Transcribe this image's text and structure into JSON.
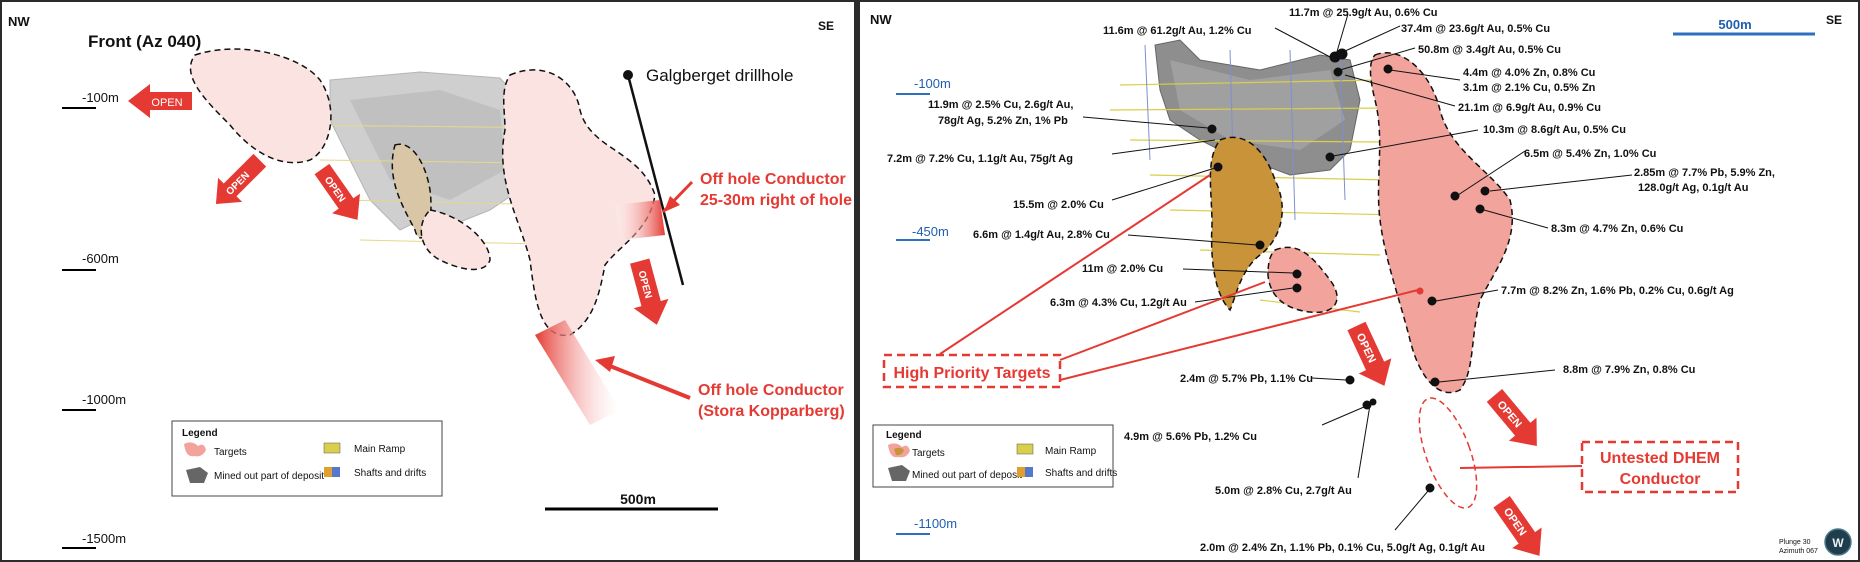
{
  "colors": {
    "accent_red": "#e53a33",
    "target_pink": "#f2a39c",
    "target_orange": "#c9933a",
    "mined_gray": "#8c8c8c",
    "scale_blue": "#2f6fc0",
    "ramp_yellow": "#d8cf4a"
  },
  "left_panel": {
    "nw": "NW",
    "se": "SE",
    "title": "Front (Az 040)",
    "depths": [
      "-100m",
      "-600m",
      "-1000m",
      "-1500m"
    ],
    "open_label": "OPEN",
    "drillhole": "Galgberget drillhole",
    "conductor1_line1": "Off hole Conductor",
    "conductor1_line2": "25-30m right of hole",
    "conductor2_line1": "Off hole Conductor",
    "conductor2_line2": "(Stora Kopparberg)",
    "scale": "500m",
    "legend": {
      "title": "Legend",
      "targets": "Targets",
      "mined": "Mined out part of deposit",
      "ramp": "Main Ramp",
      "shafts": "Shafts and drifts"
    }
  },
  "right_panel": {
    "nw": "NW",
    "se": "SE",
    "scale": "500m",
    "depths": [
      "-100m",
      "-450m",
      "-1100m"
    ],
    "open_label": "OPEN",
    "high_priority": "High Priority Targets",
    "untested_line1": "Untested DHEM",
    "untested_line2": "Conductor",
    "intercepts": [
      "11.7m @ 25.9g/t Au, 0.6% Cu",
      "11.6m @ 61.2g/t Au, 1.2% Cu",
      "37.4m @ 23.6g/t Au, 0.5% Cu",
      "50.8m @ 3.4g/t Au, 0.5% Cu",
      "4.4m @ 4.0% Zn, 0.8% Cu",
      "3.1m @ 2.1% Cu, 0.5% Zn",
      "21.1m @ 6.9g/t Au, 0.9% Cu",
      "11.9m @ 2.5% Cu, 2.6g/t Au,",
      "78g/t Ag, 5.2% Zn, 1% Pb",
      "10.3m @ 8.6g/t Au, 0.5% Cu",
      "6.5m @ 5.4% Zn, 1.0% Cu",
      "7.2m @ 7.2% Cu, 1.1g/t Au, 75g/t Ag",
      "2.85m @ 7.7% Pb, 5.9% Zn,",
      "128.0g/t Ag, 0.1g/t Au",
      "15.5m @ 2.0% Cu",
      "8.3m @ 4.7% Zn, 0.6% Cu",
      "6.6m @ 1.4g/t Au, 2.8% Cu",
      "11m @ 2.0% Cu",
      "7.7m @ 8.2% Zn, 1.6% Pb, 0.2% Cu, 0.6g/t Ag",
      "6.3m @ 4.3% Cu, 1.2g/t Au",
      "2.4m @ 5.7% Pb, 1.1% Cu",
      "8.8m @ 7.9% Zn, 0.8% Cu",
      "4.9m @ 5.6% Pb, 1.2% Cu",
      "5.0m @ 2.8% Cu, 2.7g/t Au",
      "2.0m @ 2.4% Zn, 1.1% Pb, 0.1% Cu, 5.0g/t Ag, 0.1g/t Au"
    ],
    "legend": {
      "title": "Legend",
      "targets": "Targets",
      "mined": "Mined out part of deposit",
      "ramp": "Main Ramp",
      "shafts": "Shafts and drifts"
    },
    "plunge": "Plunge 30",
    "azimuth": "Azimuth 067",
    "logo_text": "W"
  }
}
